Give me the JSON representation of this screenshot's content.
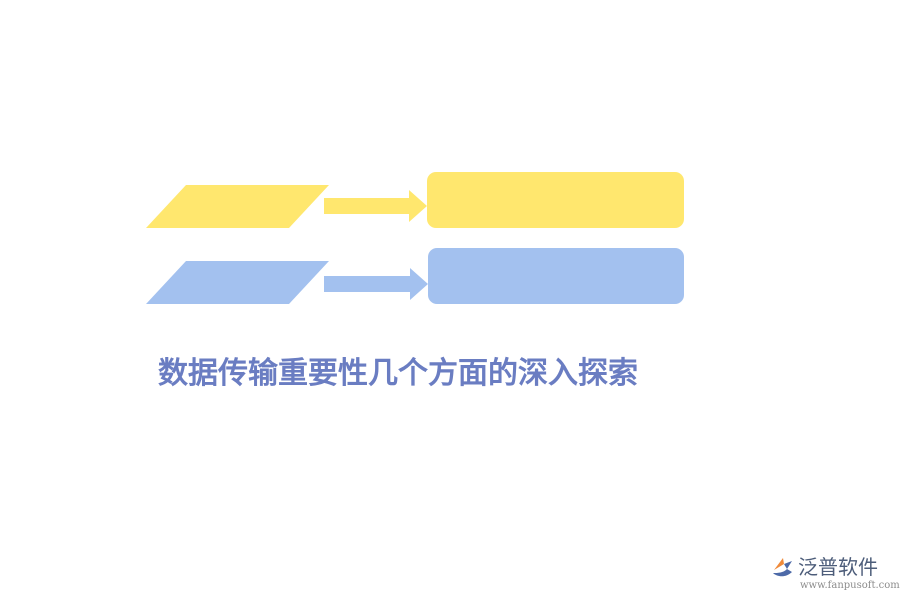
{
  "title": "数据传输重要性几个方面的深入探索",
  "watermark": {
    "name": "泛普软件",
    "url": "www.fanpusoft.com"
  },
  "colors": {
    "yellow": "#FFE76E",
    "blue": "#A3C1EF",
    "title": "#6A7DC2",
    "watermark_name": "#4D5D7A",
    "watermark_url": "#8C8C8C",
    "logo_orange": "#F08A3A",
    "logo_blue": "#4D6AA8"
  },
  "rows": [
    {
      "color_key": "yellow"
    },
    {
      "color_key": "blue"
    }
  ]
}
